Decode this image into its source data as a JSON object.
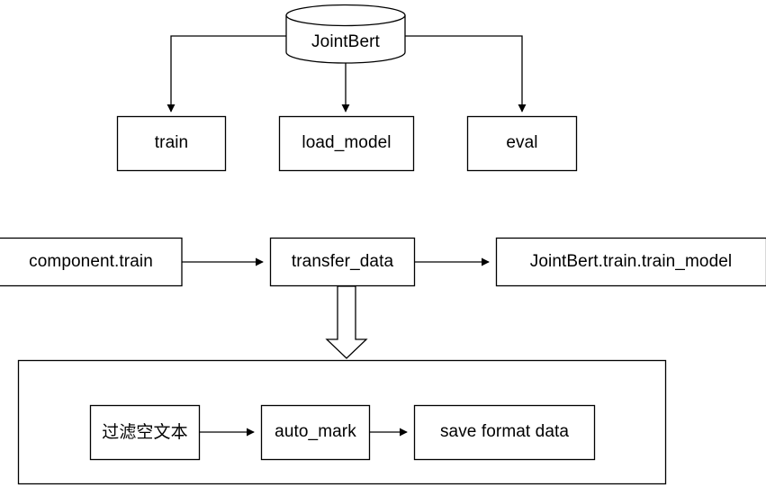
{
  "diagram": {
    "title_node": {
      "id": "jointbert-cylinder",
      "label": "JointBert",
      "shape": "cylinder"
    },
    "top_row": {
      "nodes": [
        {
          "id": "train",
          "label": "train"
        },
        {
          "id": "load-model",
          "label": "load_model"
        },
        {
          "id": "eval",
          "label": "eval"
        }
      ]
    },
    "middle_row": {
      "nodes": [
        {
          "id": "component-train",
          "label": "component.train"
        },
        {
          "id": "transfer-data",
          "label": "transfer_data"
        },
        {
          "id": "jointbert-train-train-model",
          "label": "JointBert.train.train_model"
        }
      ]
    },
    "bottom_group": {
      "id": "pipeline-container",
      "nodes": [
        {
          "id": "filter-empty-text",
          "label": "过滤空文本"
        },
        {
          "id": "auto-mark",
          "label": "auto_mark"
        },
        {
          "id": "save-format-data",
          "label": "save format data"
        }
      ]
    },
    "colors": {
      "stroke": "#000000",
      "fill": "#ffffff",
      "text": "#000000"
    }
  }
}
